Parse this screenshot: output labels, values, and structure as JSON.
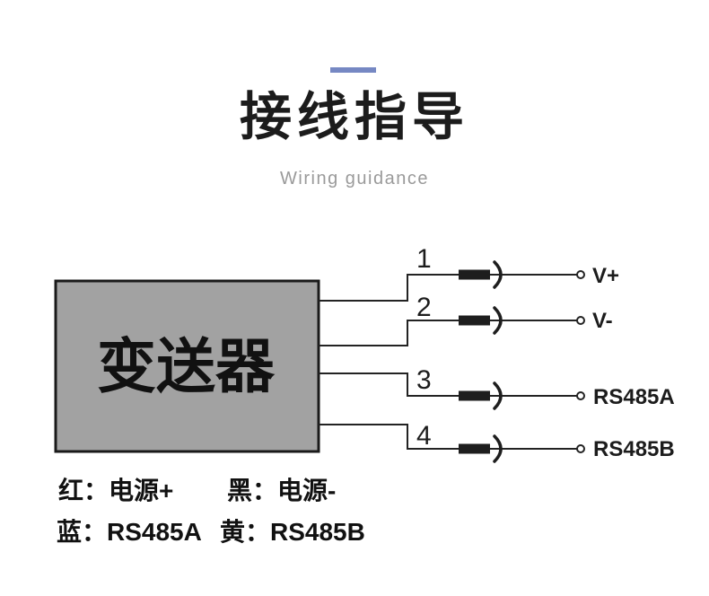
{
  "header": {
    "title": "接线指导",
    "subtitle": "Wiring guidance"
  },
  "diagram": {
    "device_label": "变送器",
    "wires": [
      {
        "num": "1",
        "terminal": "V+"
      },
      {
        "num": "2",
        "terminal": "V-"
      },
      {
        "num": "3",
        "terminal": "RS485A"
      },
      {
        "num": "4",
        "terminal": "RS485B"
      }
    ]
  },
  "legend": {
    "items": [
      {
        "label": "红：电源+"
      },
      {
        "label": "黑：电源-"
      },
      {
        "label": "蓝：RS485A"
      },
      {
        "label": "黄：RS485B"
      }
    ]
  },
  "colors": {
    "accent": "#7688c3",
    "device_box_fill": "#a2a2a2",
    "device_box_border": "#1a1a1a",
    "bead": "#1e1e1e",
    "line": "#232323"
  },
  "icons": {
    "ferrite_bead": "filled-rect",
    "strain_relief_arc": "right-parenthesis",
    "terminal_dot": "open-circle"
  }
}
